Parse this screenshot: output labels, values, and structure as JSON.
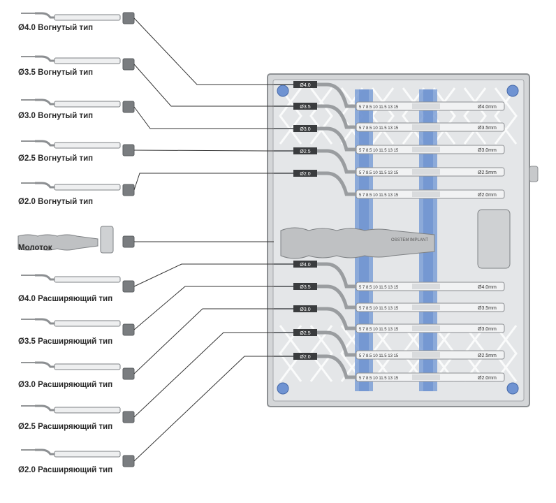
{
  "legend": [
    {
      "size": "Ø4.0",
      "name": "Вогнутый тип"
    },
    {
      "size": "Ø3.5",
      "name": "Вогнутый тип"
    },
    {
      "size": "Ø3.0",
      "name": "Вогнутый тип"
    },
    {
      "size": "Ø2.5",
      "name": "Вогнутый тип"
    },
    {
      "size": "Ø2.0",
      "name": "Вогнутый тип"
    },
    {
      "size": "",
      "name": "Молоток"
    },
    {
      "size": "Ø4.0",
      "name": "Расширяющий тип"
    },
    {
      "size": "Ø3.5",
      "name": "Расширяющий тип"
    },
    {
      "size": "Ø3.0",
      "name": "Расширяющий тип"
    },
    {
      "size": "Ø2.5",
      "name": "Расширяющий тип"
    },
    {
      "size": "Ø2.0",
      "name": "Расширяющий тип"
    }
  ],
  "tray": {
    "upper_tags": [
      "Ø4.0",
      "Ø3.5",
      "Ø3.0",
      "Ø2.5",
      "Ø2.0"
    ],
    "lower_tags": [
      "Ø4.0",
      "Ø3.5",
      "Ø3.0",
      "Ø2.5",
      "Ø2.0"
    ],
    "upper_sizes": [
      "Ø4.0mm",
      "Ø3.5mm",
      "Ø3.0mm",
      "Ø2.5mm",
      "Ø2.0mm"
    ],
    "lower_sizes": [
      "Ø4.0mm",
      "Ø3.5mm",
      "Ø3.0mm",
      "Ø2.5mm",
      "Ø2.0mm"
    ],
    "depth_marks": "5 7 8.5 10 11.5 13 15",
    "hammer_brand": "OSSTEM IMPLANT"
  },
  "colors": {
    "tray_gray": "#d4d6d8",
    "tray_edge": "#8d9093",
    "blue_rail": "#7d9fd6",
    "blue_pin": "#6f93d2",
    "line": "#333333",
    "knob": "#7a7d80"
  }
}
